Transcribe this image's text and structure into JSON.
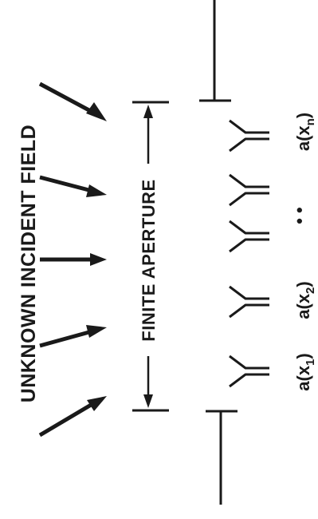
{
  "diagram": {
    "incident_field_label": "UNKNOWN INCIDENT FIELD",
    "aperture_label": "FINITE APERTURE",
    "element_labels": [
      {
        "prefix": "a(x",
        "subscript": "1",
        "suffix": ")"
      },
      {
        "prefix": "a(x",
        "subscript": "2",
        "suffix": ")"
      },
      {
        "prefix": "a(x",
        "subscript": "n",
        "suffix": ")"
      }
    ],
    "ellipsis_dots": "•   •",
    "incident_arrow_count": 5,
    "array_element_count": 5
  }
}
